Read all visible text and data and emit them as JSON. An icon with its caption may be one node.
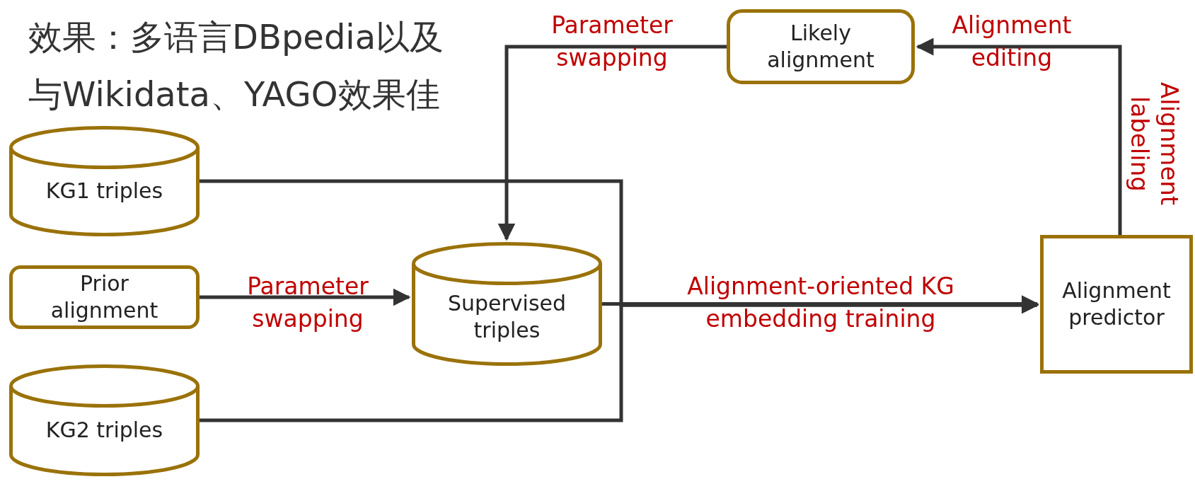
{
  "diagram": {
    "nodes": [
      {
        "text": [
          "KG1 triples"
        ]
      },
      {
        "text": [
          "Prior alignment"
        ]
      },
      {
        "text": [
          "KG2 triples"
        ]
      },
      {
        "text": [
          "Supervised triples"
        ]
      },
      {
        "text": [
          "Likely alignment"
        ]
      },
      {
        "text": [
          "Alignment predictor"
        ]
      }
    ],
    "edges": [
      {
        "from": 0,
        "to": 5,
        "arrow": "to"
      },
      {
        "from": 2,
        "to": 5,
        "arrow": "to"
      },
      {
        "from": 3,
        "to": 5,
        "arrow": "to",
        "label": "Alignment-oriented KG embedding training"
      },
      {
        "from": 1,
        "to": 3,
        "arrow": "to",
        "label": "Parameter swapping"
      },
      {
        "from": 5,
        "to": 4,
        "arrow": "to",
        "label": "Alignment editing"
      },
      {
        "from": 4,
        "to": 3,
        "arrow": "to",
        "label": "Parameter swapping"
      }
    ],
    "labels": [
      "效果：多语言DBpedia以及与Wikidata、YAGO效果佳",
      "Alignment labeling"
    ]
  }
}
